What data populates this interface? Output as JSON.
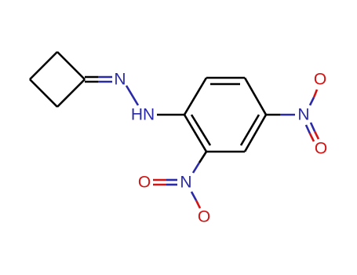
{
  "colors": {
    "carbon_bond": "#000000",
    "nitrogen": "#2a2aa8",
    "oxygen": "#d21414"
  },
  "atoms": {
    "hydrazone_n": "N",
    "amine_nh": "HN",
    "nitro_para_n": "N",
    "nitro_para_o_top": "O",
    "nitro_para_o_bottom": "O",
    "nitro_ortho_n": "N",
    "nitro_ortho_o_left": "O",
    "nitro_ortho_o_bottom": "O"
  }
}
